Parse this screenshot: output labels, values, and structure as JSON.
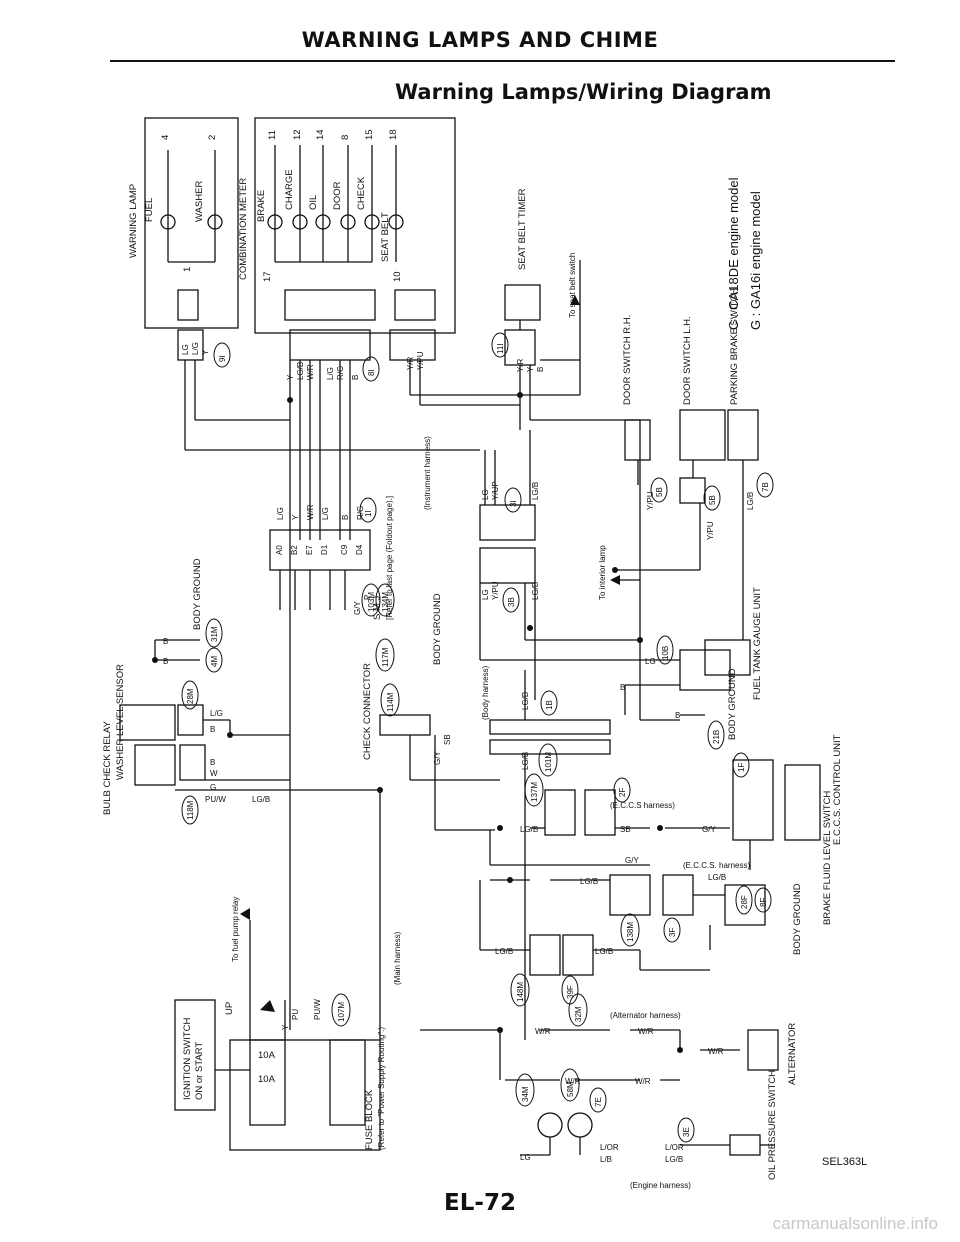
{
  "page": {
    "section_title": "WARNING LAMPS AND CHIME",
    "diagram_title": "Warning Lamps/Wiring Diagram",
    "page_number": "EL-72",
    "reference": "SEL363L",
    "watermark": "carmanualsonline.info"
  },
  "legend": {
    "c_label": "C : CA18DE engine model",
    "g_label": "G : GA16i engine model"
  },
  "components": {
    "warning_lamp": "WARNING LAMP",
    "fuel": "FUEL",
    "washer": "WASHER",
    "combination_meter": "COMBINATION METER",
    "brake": "BRAKE",
    "charge": "CHARGE",
    "oil": "OIL",
    "door": "DOOR",
    "check": "CHECK",
    "seat_belt": "SEAT BELT",
    "seat_belt_timer": "SEAT BELT TIMER",
    "to_seat_belt_switch": "To seat belt switch",
    "door_switch_rh": "DOOR SWITCH R.H.",
    "door_switch_lh": "DOOR SWITCH L.H.",
    "parking_brake_switch": "PARKING BRAKE SWITCH",
    "body_ground": "BODY GROUND",
    "smj": "S.M.J.",
    "smj_note": "[Refer to last page (Foldout page).]",
    "instrument_harness": "(Instrument harness)",
    "to_interior_lamp": "To interior lamp",
    "fuel_tank_gauge_unit": "FUEL TANK GAUGE UNIT",
    "bulb_check_relay": "BULB CHECK RELAY",
    "washer_level_sensor": "WASHER LEVEL SENSOR",
    "check_connector": "CHECK CONNECTOR",
    "body_harness": "(Body harness)",
    "eccs_harness": "(E.C.C.S harness)",
    "eccs_harness2": "(E.C.C.S. harness)",
    "eccs_control_unit": "E.C.C.S. CONTROL UNIT",
    "brake_fluid_level_switch": "BRAKE FLUID LEVEL SWITCH",
    "to_fuel_pump_relay": "To fuel pump relay",
    "ignition_switch": "IGNITION SWITCH",
    "on_or_start": "ON or START",
    "fuse_block": "FUSE BLOCK",
    "fuse_block_note": "(Refer to \"Power Supply Routing\".)",
    "main_harness": "(Main harness)",
    "alternator_harness": "(Alternator harness)",
    "alternator": "ALTERNATOR",
    "oil_pressure_switch": "OIL PRESSURE SWITCH",
    "engine_harness": "(Engine harness)",
    "up": "UP",
    "fuse_10a": "10A"
  },
  "pins": {
    "fuel_pin": "4",
    "washer_pin": "2",
    "lamp_common": "1",
    "meter_pins": [
      "11",
      "12",
      "14",
      "8",
      "15",
      "18"
    ],
    "meter_common": "17",
    "seat_common": "10"
  },
  "connectors": {
    "c_107m": "107M",
    "c_1i": "1I",
    "c_8i": "8I",
    "c_9i": "9I",
    "c_11i": "11I",
    "c_3i": "3I",
    "c_5b": "5B",
    "c_103m": "103M",
    "c_134m": "134M",
    "c_117m": "117M",
    "c_3b": "3B",
    "c_31m": "31M",
    "c_4m": "4M",
    "c_28m": "28M",
    "c_118m": "118M",
    "c_114m": "114M",
    "c_10b": "10B",
    "c_1b": "1B",
    "c_21b": "21B",
    "c_101m": "101M",
    "c_137m": "137M",
    "c_2f": "2F",
    "c_1f": "1F",
    "c_138m": "138M",
    "c_3f": "3F",
    "c_28f": "28F",
    "c_8f": "8F",
    "c_148m": "148M",
    "c_39f": "39F",
    "c_32m": "32M",
    "c_34m": "34M",
    "c_58m": "58M",
    "c_7e": "7E",
    "c_3e": "3E",
    "c_7b": "7B"
  },
  "smj_pins": [
    "A0",
    "B2",
    "E7",
    "D1",
    "C9",
    "D4"
  ],
  "wires": {
    "lg": "LG",
    "lgb": "LG/B",
    "y": "Y",
    "wr": "W/R",
    "lg_s": "L/G",
    "rg": "R/G",
    "b": "B",
    "yr": "Y/R",
    "ypu": "Y/PU",
    "gy": "G/Y",
    "p": "P",
    "sb": "SB",
    "w": "W",
    "g": "G",
    "puw": "PU/W",
    "pu": "PU",
    "lor": "L/OR",
    "yup": "Y/UP",
    "lb": "L/B"
  }
}
